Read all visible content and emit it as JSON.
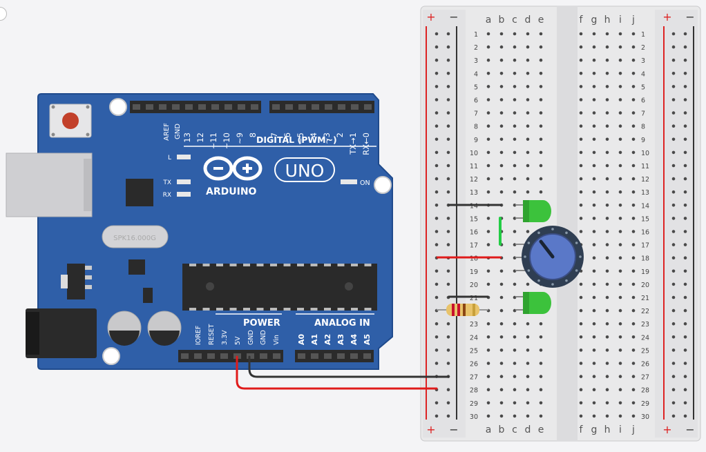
{
  "board": {
    "aref": "AREF",
    "gnd": "GND",
    "digital_pins": [
      "13",
      "12",
      "~11",
      "~10",
      "~9",
      "8",
      "7",
      "~6",
      "~5",
      "4",
      "~3",
      "2",
      "TX→1",
      "RX←0"
    ],
    "digital_label": "DIGITAL (PWM~)",
    "brand": "ARDUINO",
    "model": "UNO",
    "led_l": "L",
    "led_tx": "TX",
    "led_rx": "RX",
    "led_on": "ON",
    "crystal": "SPK16.000G",
    "power_header": "POWER",
    "analog_header": "ANALOG IN",
    "power_pins": [
      "IOREF",
      "RESET",
      "3.3V",
      "5V",
      "GND",
      "GND",
      "Vin"
    ],
    "analog_pins": [
      "A0",
      "A1",
      "A2",
      "A3",
      "A4",
      "A5"
    ]
  },
  "breadboard": {
    "rail_plus": "+",
    "rail_minus": "−",
    "cols_left": [
      "a",
      "b",
      "c",
      "d",
      "e"
    ],
    "cols_right": [
      "f",
      "g",
      "h",
      "i",
      "j"
    ],
    "rows": 30
  },
  "colors": {
    "board": "#2f5fa8",
    "board_edge": "#1f4a8c",
    "wire_red": "#e01b1b",
    "wire_black": "#333333",
    "led_green": "#3cc23c",
    "pot_knob": "#5a78c8",
    "jumper_green": "#22cc44"
  }
}
